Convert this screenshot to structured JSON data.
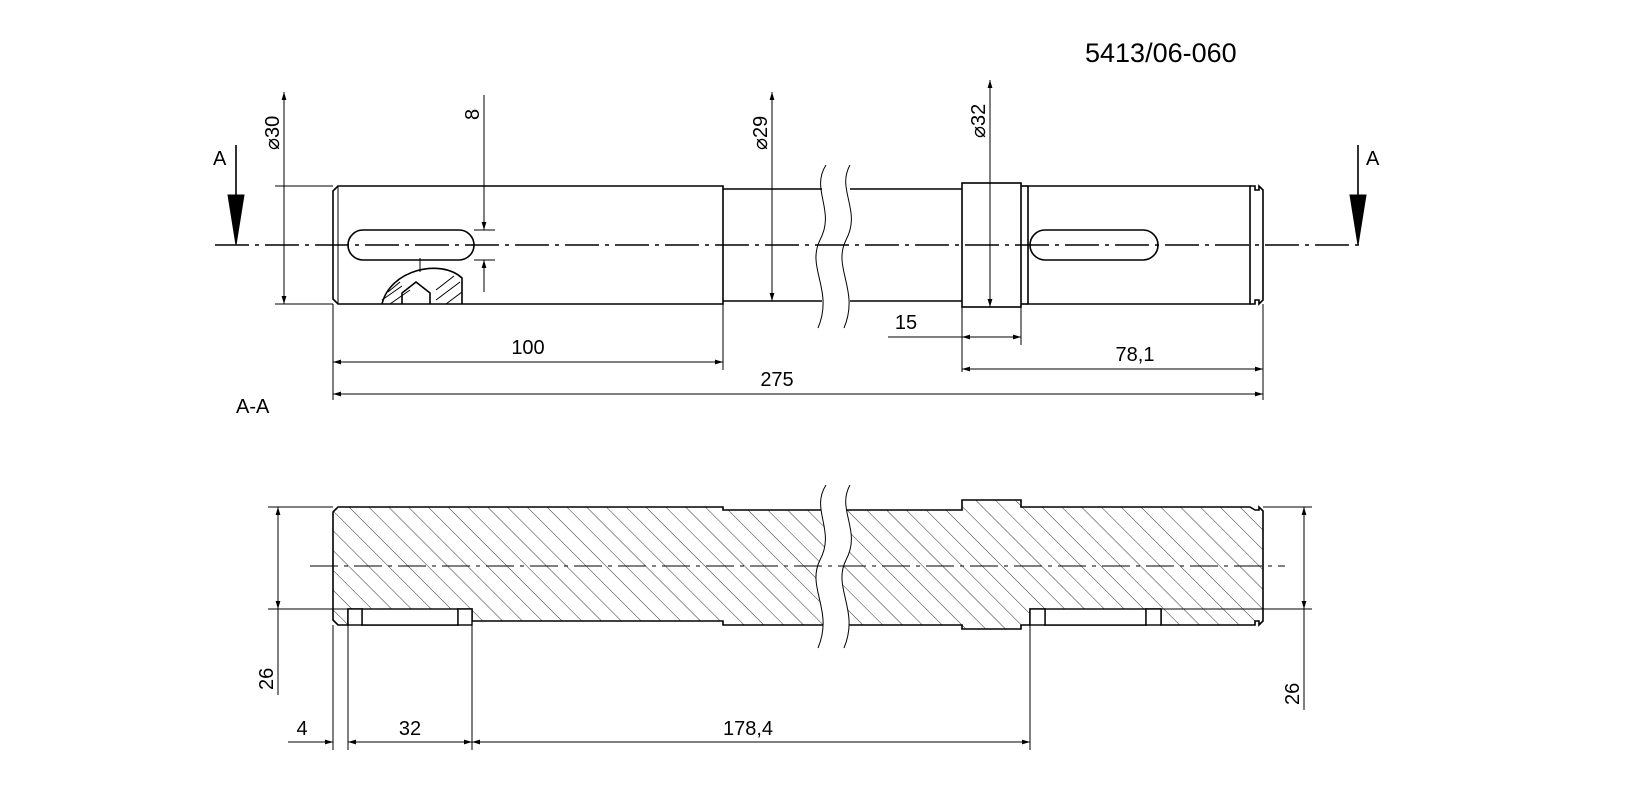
{
  "drawing_number": "5413/06-060",
  "section": {
    "marker_left": "A",
    "marker_right": "A",
    "label": "A-A"
  },
  "top_view": {
    "dia_left_symbol": "⌀",
    "dia_left": "30",
    "key_width": "8",
    "dia_mid": "29",
    "dia_collar": "32",
    "length_left_step": "100",
    "collar_width": "15",
    "length_right": "78,1",
    "length_total": "275"
  },
  "section_view": {
    "depth_left": "26",
    "depth_right": "26",
    "key_offset": "4",
    "key_length": "32",
    "key_spacing": "178,4"
  }
}
